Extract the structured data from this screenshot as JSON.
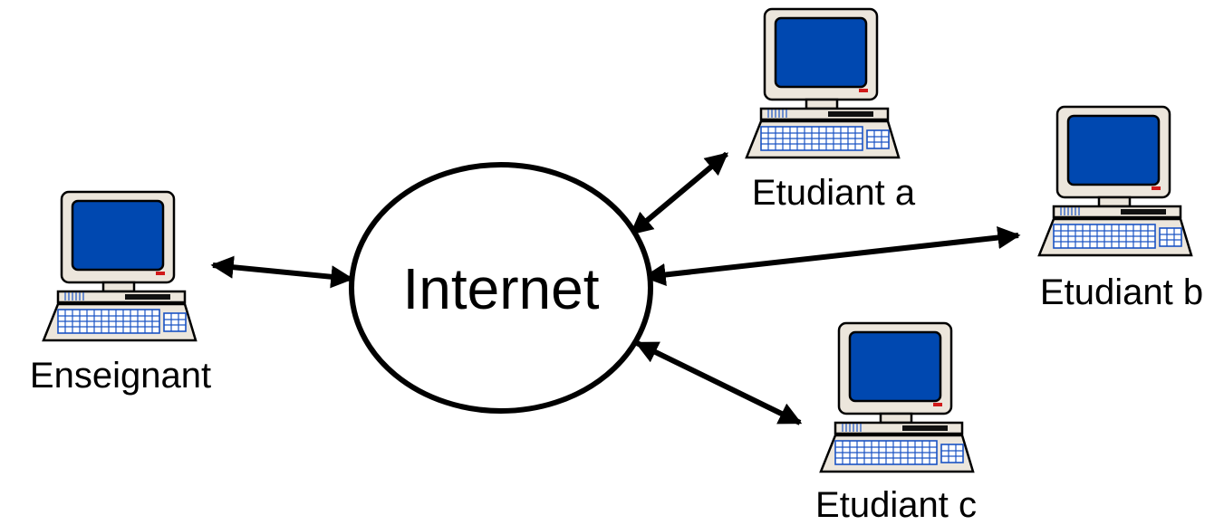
{
  "diagram": {
    "center_label": "Internet",
    "nodes": [
      {
        "id": "enseignant",
        "label": "Enseignant"
      },
      {
        "id": "etudiant-a",
        "label": "Etudiant a"
      },
      {
        "id": "etudiant-b",
        "label": "Etudiant b"
      },
      {
        "id": "etudiant-c",
        "label": "Etudiant c"
      }
    ],
    "connections": [
      {
        "from": "internet",
        "to": "enseignant",
        "arrows": "both"
      },
      {
        "from": "internet",
        "to": "etudiant-a",
        "arrows": "both"
      },
      {
        "from": "internet",
        "to": "etudiant-b",
        "arrows": "both"
      },
      {
        "from": "internet",
        "to": "etudiant-c",
        "arrows": "both"
      }
    ],
    "icons": {
      "node_icon": "desktop-computer-icon"
    },
    "colors": {
      "screen": "#0048b0",
      "case": "#ece6dc",
      "keyboard_keys": "#1a53c4",
      "power_led": "#d11a1a",
      "line": "#000000"
    }
  }
}
